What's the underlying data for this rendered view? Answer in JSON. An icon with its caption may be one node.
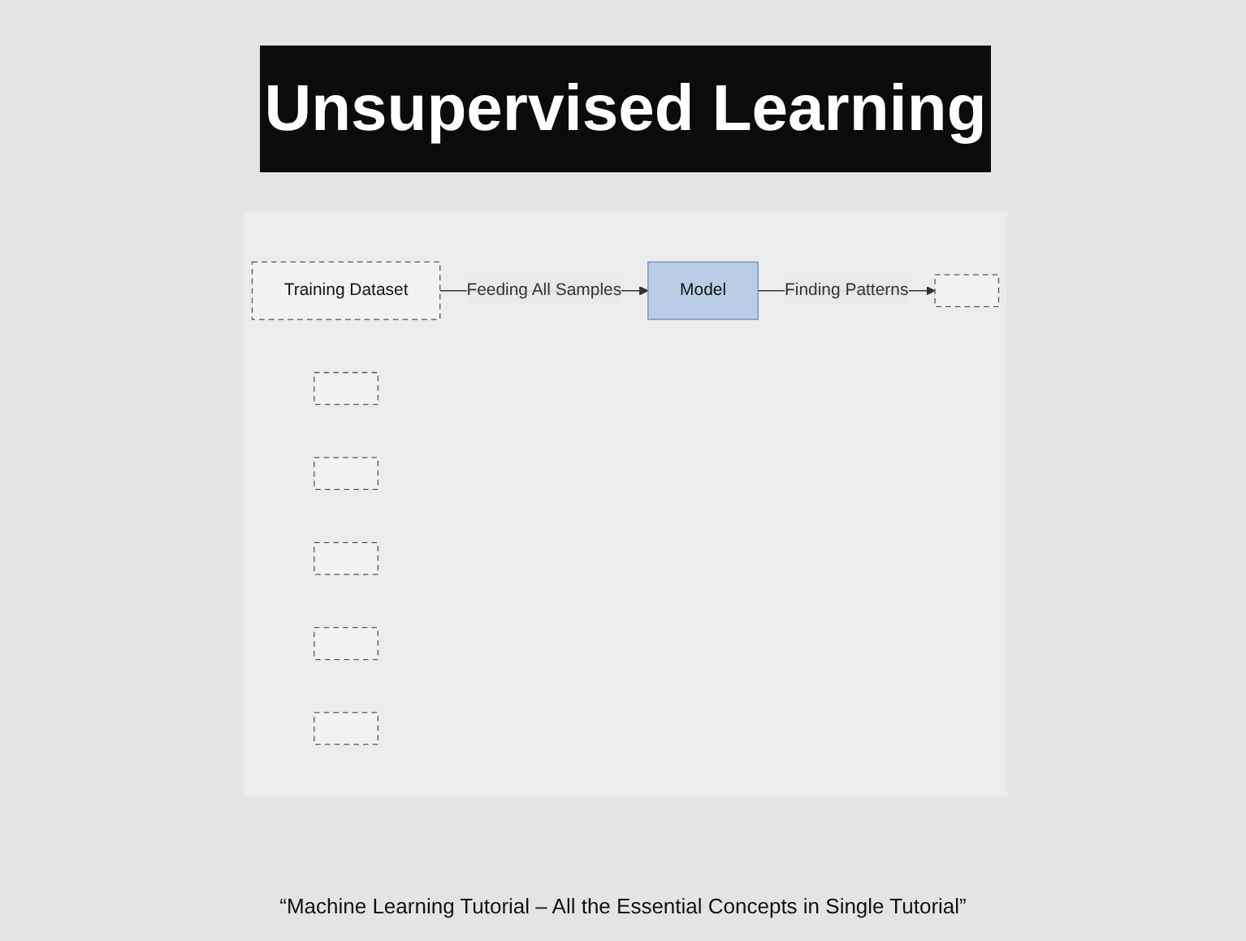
{
  "diagram": {
    "title": "Unsupervised Learning",
    "caption": "“Machine Learning Tutorial – All the Essential Concepts in Single Tutorial”",
    "nodes": [
      {
        "text": [
          "Training Dataset"
        ]
      },
      {
        "text": [
          "Model"
        ]
      },
      {
        "text": [],
        "shape": "box"
      },
      {
        "text": [],
        "shape": "box"
      },
      {
        "text": [],
        "shape": "box"
      },
      {
        "text": [],
        "shape": "box"
      },
      {
        "text": [],
        "shape": "box"
      },
      {
        "text": [],
        "shape": "box"
      }
    ],
    "edges": [
      {
        "from": 0,
        "to": 1,
        "arrow": "to",
        "label": "Feeding All Samples"
      },
      {
        "from": 1,
        "to": 4,
        "arrow": "to",
        "label": "Finding Patterns"
      }
    ]
  }
}
